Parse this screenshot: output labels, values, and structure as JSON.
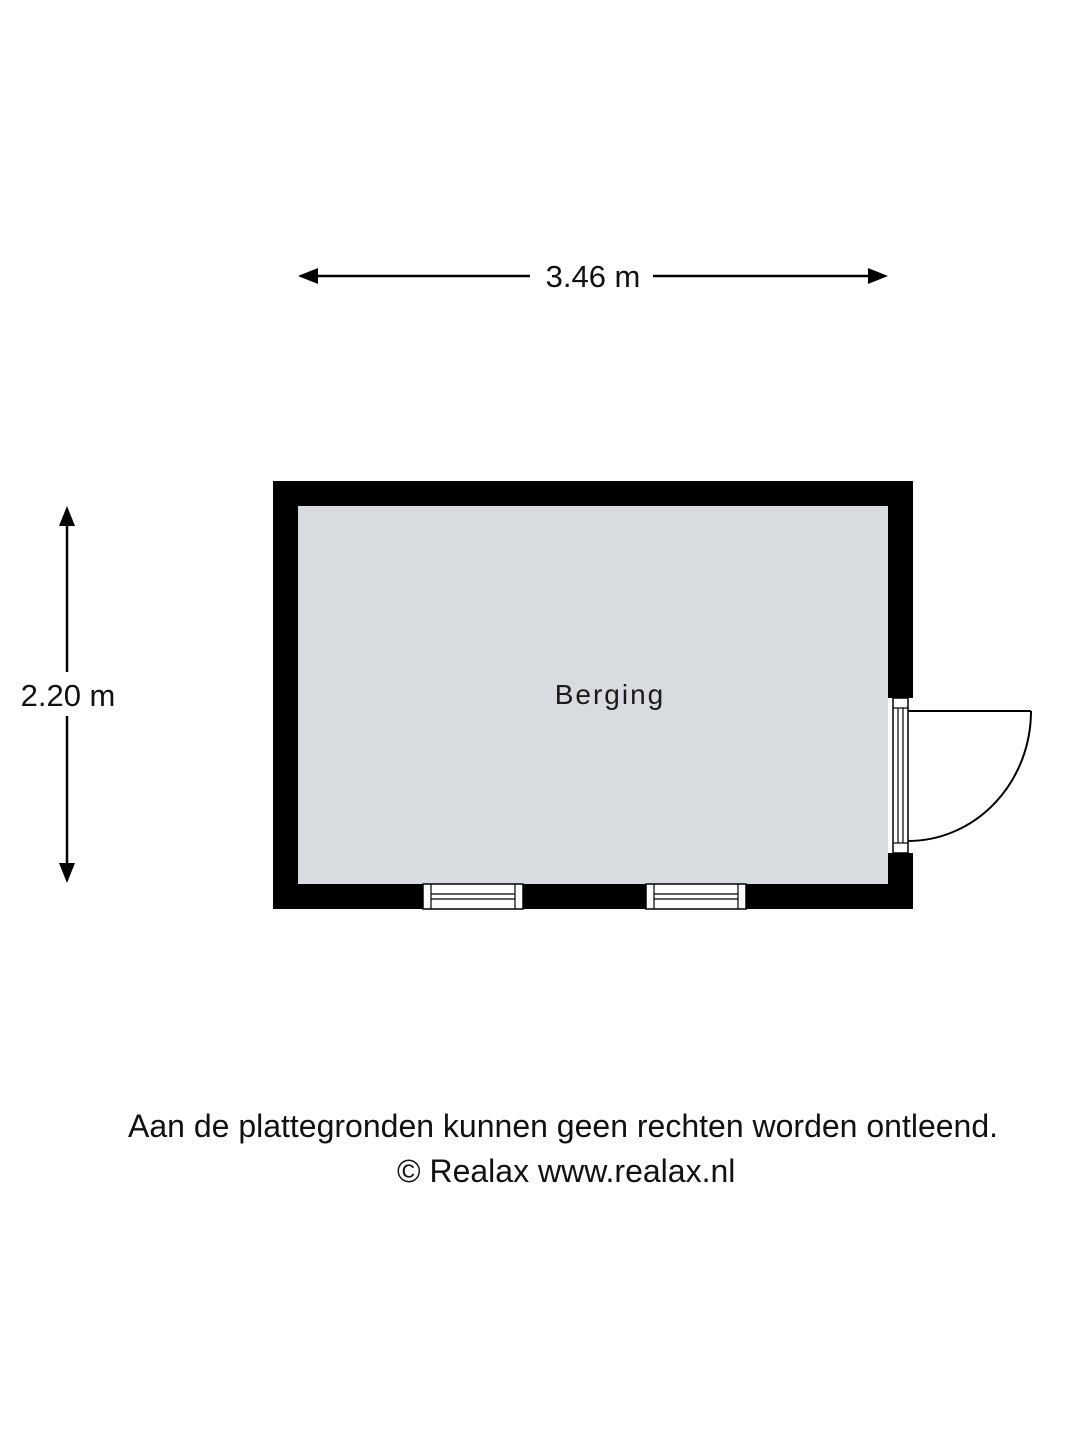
{
  "dimensions": {
    "width_label": "3.46 m",
    "height_label": "2.20 m"
  },
  "rooms": [
    {
      "name": "Berging"
    }
  ],
  "footer": {
    "disclaimer": "Aan de plattegronden kunnen geen rechten worden ontleend.",
    "copyright": "© Realax www.realax.nl"
  },
  "colors": {
    "wall": "#000000",
    "floor": "#d8dce0",
    "background": "#ffffff"
  }
}
